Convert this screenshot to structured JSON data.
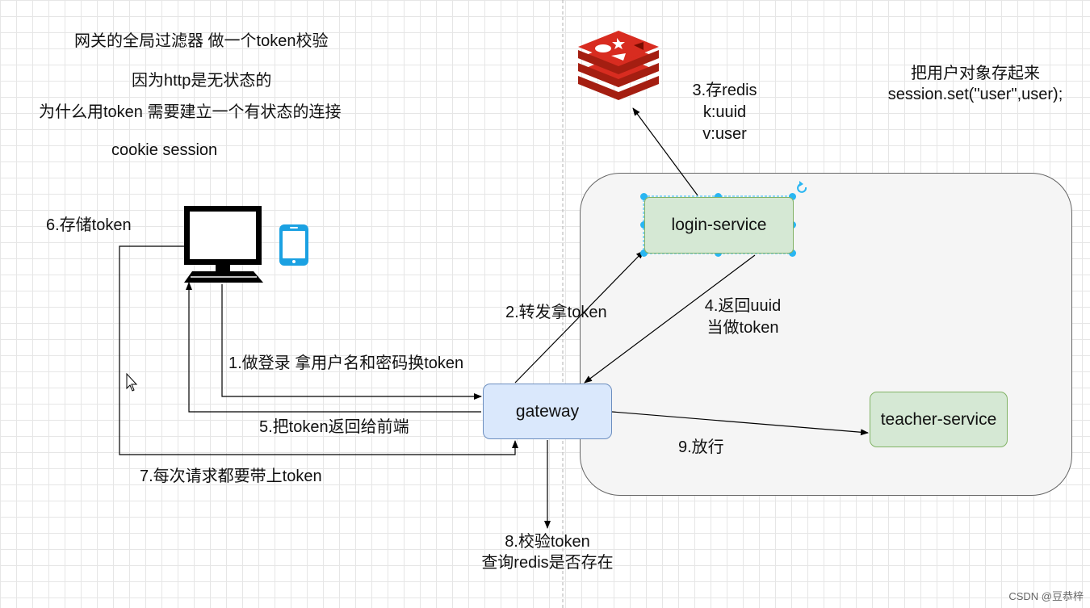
{
  "notes": {
    "title": "网关的全局过滤器 做一个token校验",
    "stateless": "因为http是无状态的",
    "why_token": "为什么用token 需要建立一个有状态的连接",
    "cookie_session": "cookie  session",
    "save_user": "把用户对象存起来",
    "session_code": "session.set(\"user\",user);"
  },
  "nodes": {
    "login_service": "login-service",
    "gateway": "gateway",
    "teacher_service": "teacher-service"
  },
  "steps": {
    "s1": "1.做登录  拿用户名和密码换token",
    "s2": "2.转发拿token",
    "s3": [
      "3.存redis",
      "k:uuid",
      "v:user"
    ],
    "s4": [
      "4.返回uuid",
      "当做token"
    ],
    "s5": "5.把token返回给前端",
    "s6": "6.存储token",
    "s7": "7.每次请求都要带上token",
    "s8": [
      "8.校验token",
      "查询redis是否存在"
    ],
    "s9": "9.放行"
  },
  "icons": {
    "redis": "redis-icon",
    "computer": "computer-monitor-icon",
    "phone": "smartphone-icon"
  },
  "colors": {
    "login_fill": "#d5e8d4",
    "gateway_fill": "#dae8fc",
    "teacher_fill": "#d5e8d4",
    "redis_red": "#c6302b",
    "phone_blue": "#1ba1e2"
  },
  "watermark": "CSDN @豆恭梓"
}
